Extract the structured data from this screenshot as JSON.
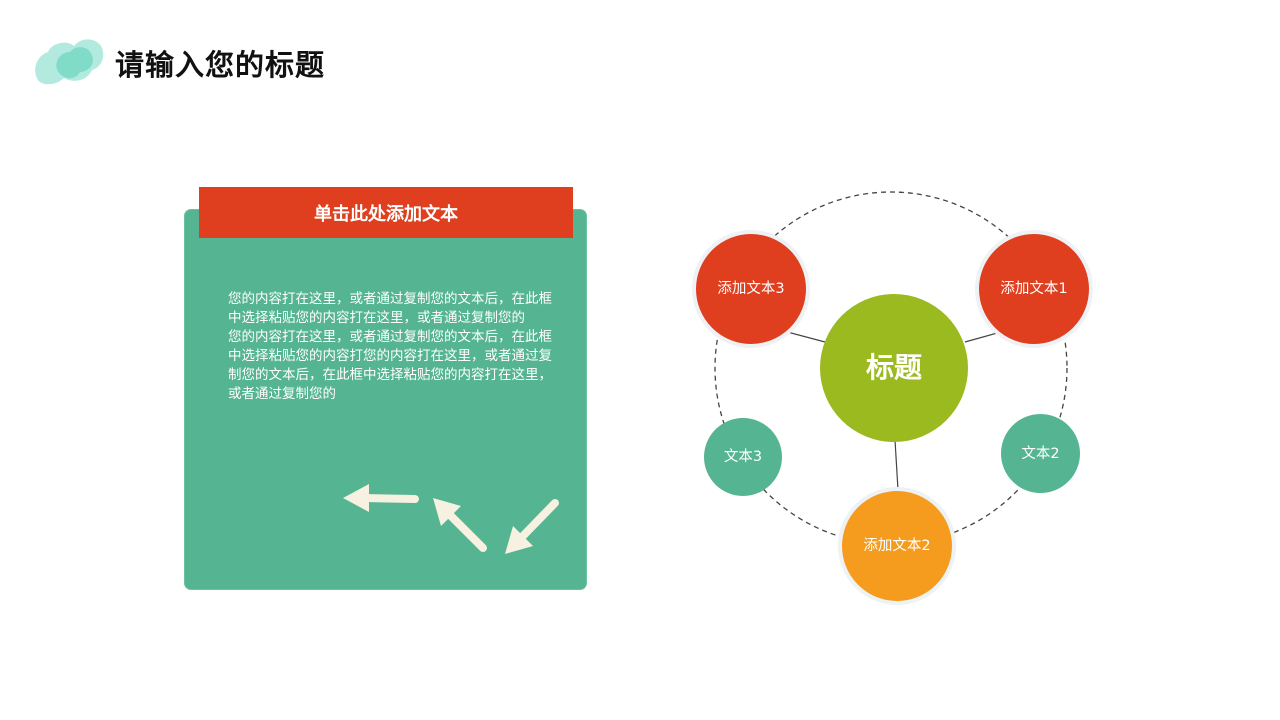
{
  "header": {
    "title": "请输入您的标题",
    "accent_color": "#7fdcc8"
  },
  "text_card": {
    "banner_label": "单击此处添加文本",
    "banner_color": "#df3f1f",
    "card_color": "#55b491",
    "paragraphs": [
      "您的内容打在这里，或者通过复制您的文本后，在此框中选择粘贴您的内容打在这里，或者通过复制您的",
      "您的内容打在这里，或者通过复制您的文本后，在此框中选择粘贴您的内容打您的内容打在这里，或者通过复制您的文本后，在此框中选择粘贴您的内容打在这里，或者通过复制您的"
    ],
    "arrow_color": "#f6f1e0"
  },
  "diagram": {
    "center": {
      "label": "标题",
      "color": "#9bba20"
    },
    "nodes": [
      {
        "id": "top-left",
        "label": "添加文本3",
        "color": "#df3f1f"
      },
      {
        "id": "top-right",
        "label": "添加文本1",
        "color": "#df3f1f"
      },
      {
        "id": "bottom",
        "label": "添加文本2",
        "color": "#f59c1e"
      },
      {
        "id": "left",
        "label": "文本3",
        "color": "#55b491"
      },
      {
        "id": "right",
        "label": "文本2",
        "color": "#55b491"
      }
    ]
  }
}
